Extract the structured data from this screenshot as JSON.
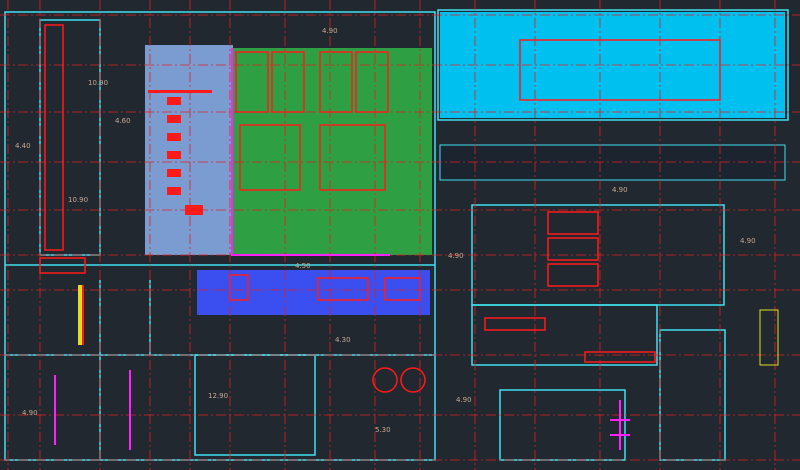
{
  "drawing": {
    "colors": {
      "background": "#212830",
      "grid": "#e02020",
      "wall": "#40e0f0",
      "pump_room": "#7b9cd0",
      "tank_room": "#2ea043",
      "top_right_room": "#00c0f0",
      "pool": "#3b4ef0",
      "equipment": "#ff1a1a",
      "pipe": "#ff20ff"
    },
    "elevations": [
      {
        "id": "e1",
        "text": "10.90"
      },
      {
        "id": "e2",
        "text": "4.40"
      },
      {
        "id": "e3",
        "text": "4.60"
      },
      {
        "id": "e4",
        "text": "10.90"
      },
      {
        "id": "e5",
        "text": "4.90"
      },
      {
        "id": "e6",
        "text": "4.90"
      },
      {
        "id": "e7",
        "text": "4.90"
      },
      {
        "id": "e8",
        "text": "4.90"
      },
      {
        "id": "e9",
        "text": "4.90"
      },
      {
        "id": "e10",
        "text": "4.90"
      },
      {
        "id": "e11",
        "text": "4.50"
      },
      {
        "id": "e12",
        "text": "4.30"
      },
      {
        "id": "e13",
        "text": "5.30"
      },
      {
        "id": "e14",
        "text": "12.90"
      }
    ]
  }
}
